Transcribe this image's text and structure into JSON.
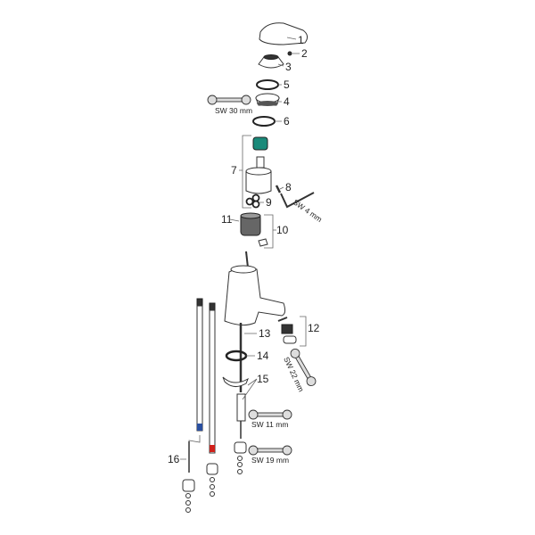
{
  "diagram": {
    "title": "Exploded parts view of basin mixer",
    "parts": [
      {
        "number": "1"
      },
      {
        "number": "2"
      },
      {
        "number": "3"
      },
      {
        "number": "4"
      },
      {
        "number": "5"
      },
      {
        "number": "6"
      },
      {
        "number": "7"
      },
      {
        "number": "8"
      },
      {
        "number": "9"
      },
      {
        "number": "10"
      },
      {
        "number": "11"
      },
      {
        "number": "12"
      },
      {
        "number": "13"
      },
      {
        "number": "14"
      },
      {
        "number": "15"
      },
      {
        "number": "16"
      }
    ],
    "tools": {
      "sw30": "SW 30 mm",
      "sw4": "SW 4 mm",
      "sw22": "SW 22 mm",
      "sw11": "SW 11 mm",
      "sw19": "SW 19 mm"
    },
    "colors": {
      "cartridge_ring": "#1a8a7a",
      "cold_marker": "#2a4fa0",
      "hot_marker": "#d0201a"
    }
  }
}
